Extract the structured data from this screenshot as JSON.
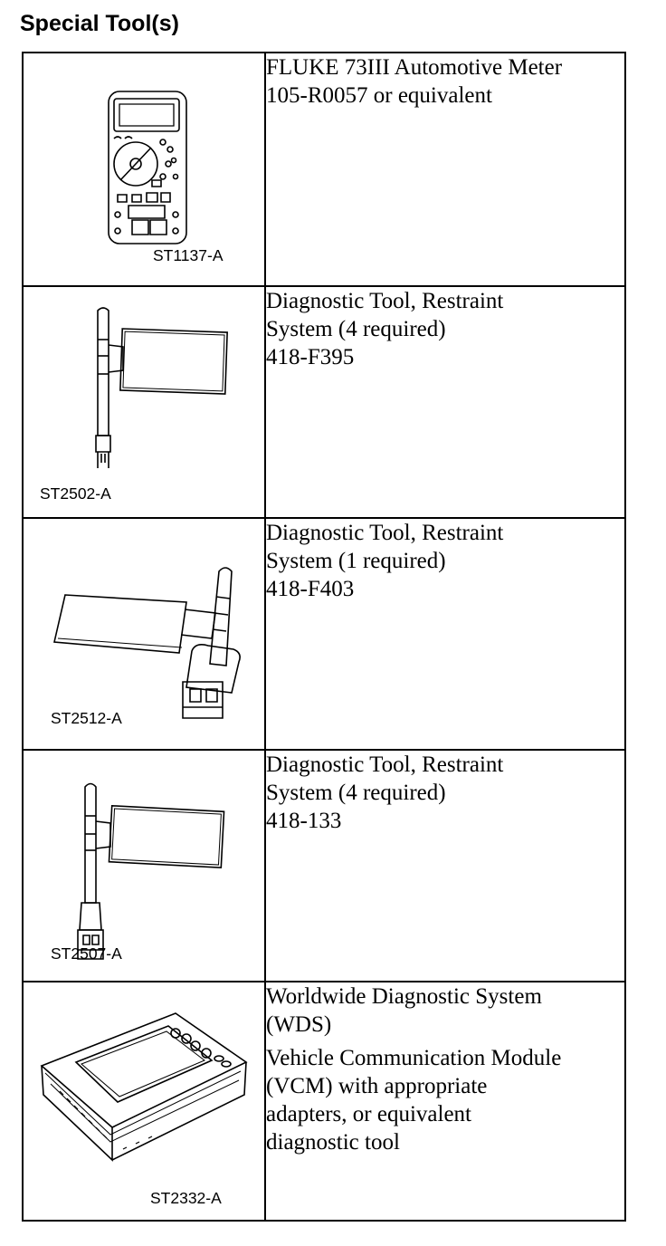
{
  "page_title": "Special Tool(s)",
  "tools": [
    {
      "figure_code": "ST1137-A",
      "icon": "multimeter-icon",
      "description": [
        "FLUKE 73III Automotive Meter\n105-R0057 or equivalent"
      ]
    },
    {
      "figure_code": "ST2502-A",
      "icon": "restraint-diagnostic-tool-icon",
      "description": [
        "Diagnostic Tool, Restraint\nSystem (4 required)\n418-F395"
      ]
    },
    {
      "figure_code": "ST2512-A",
      "icon": "restraint-diagnostic-tool-connector-icon",
      "description": [
        "Diagnostic Tool, Restraint\nSystem (1 required)\n418-F403"
      ]
    },
    {
      "figure_code": "ST2507-A",
      "icon": "restraint-diagnostic-tool-icon",
      "description": [
        "Diagnostic Tool, Restraint\nSystem (4 required)\n418-133"
      ]
    },
    {
      "figure_code": "ST2332-A",
      "icon": "vcm-module-icon",
      "description": [
        "Worldwide Diagnostic System\n(WDS)",
        "Vehicle Communication Module\n(VCM) with appropriate\nadapters, or equivalent\ndiagnostic tool"
      ]
    }
  ]
}
